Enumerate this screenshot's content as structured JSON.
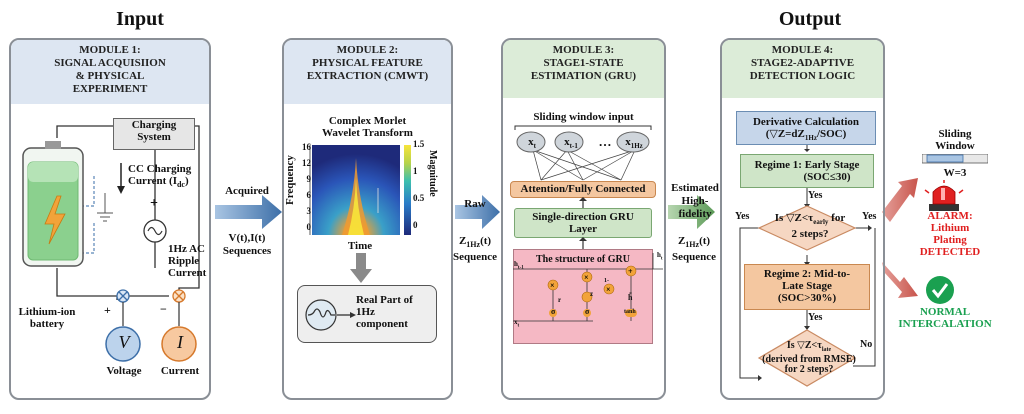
{
  "sections": {
    "input": "Input",
    "output": "Output"
  },
  "module1": {
    "lines": [
      "MODULE 1:",
      "SIGNAL ACQUISIION",
      "& PHYSICAL",
      "EXPERIMENT"
    ],
    "charging_system": [
      "Charging",
      "System"
    ],
    "cc_current": [
      "CC Charging",
      "Current (I",
      "dc",
      ")"
    ],
    "ac_ripple": [
      "1Hz AC",
      "Ripple",
      "Current"
    ],
    "battery_label": [
      "Lithium-ion",
      "battery"
    ],
    "voltage_symbol": "V",
    "current_symbol": "I",
    "voltage_label": "Voltage",
    "current_label": "Current",
    "plus": "+",
    "minus": "−"
  },
  "arrow1": {
    "lines": [
      "Acquired",
      "V(t),I(t)",
      "Sequences"
    ]
  },
  "module2": {
    "lines": [
      "MODULE 2:",
      "PHYSICAL FEATURE",
      "EXTRACTION (CMWT)"
    ],
    "heatmap_title": [
      "Complex Morlet",
      "Wavelet Transform"
    ],
    "y_label": "Frequency",
    "x_label": "Time",
    "colorbar_label": "Magnitude",
    "y_ticks": [
      "16",
      "12",
      "9",
      "6",
      "3",
      "0"
    ],
    "cb_ticks": [
      "1.5",
      "1",
      "0.5",
      "0"
    ],
    "real_part": [
      "Real Part of",
      "1Hz",
      "component"
    ],
    "arrow_sym": "→"
  },
  "arrow2": {
    "top": "Raw",
    "mid_main": "Z",
    "mid_sub": "1Hz",
    "mid_tail": "(t)",
    "bottom": "Sequence"
  },
  "module3": {
    "lines": [
      "MODULE 3:",
      "STAGE1-STATE",
      "ESTIMATION (GRU)"
    ],
    "sliding_title": "Sliding window input",
    "nodes": [
      {
        "main": "x",
        "sub": "t"
      },
      {
        "main": "x",
        "sub": "t-1"
      },
      {
        "main": "…",
        "sub": ""
      },
      {
        "main": "x",
        "sub": "1Hz"
      }
    ],
    "attention": "Attention/Fully Connected",
    "gru_layer": [
      "Single-direction GRU",
      "Layer"
    ],
    "gru_structure": "The structure of GRU",
    "gru_labels": {
      "h_prev": "h",
      "h_prev_sub": "t-1",
      "h_out": "h",
      "h_out_sub": "t",
      "x_in": "x",
      "x_in_sub": "t",
      "r": "r",
      "z": "z",
      "sigma": "σ",
      "tanh": "tanh",
      "one": "1-",
      "htilde": "h̃"
    }
  },
  "arrow3": {
    "top": [
      "Estimated",
      "High-fidelity"
    ],
    "mid_main": "Z",
    "mid_sub": "1Hz",
    "mid_tail": "(t)",
    "bottom": "Sequence"
  },
  "module4": {
    "lines": [
      "MODULE 4:",
      "STAGE2-ADAPTIVE",
      "DETECTION LOGIC"
    ],
    "derivative": [
      "Derivative Calculation",
      "(▽Z=dZ",
      "1Hz",
      "/SOC)"
    ],
    "regime1": [
      "Regime 1:  Early Stage",
      "(SOC≤30)"
    ],
    "decision1": [
      "Is ▽Z<τ",
      "early",
      " for",
      "2 steps?"
    ],
    "regime2": [
      "Regime 2:  Mid-to-",
      "Late Stage",
      "(SOC>30%)"
    ],
    "decision2": [
      "Is ▽Z<τ",
      "late",
      "(derived from RMSE)",
      "for 2 steps?"
    ],
    "yes": "Yes",
    "no": "No"
  },
  "outputs": {
    "sliding_window": [
      "Sliding",
      "Window"
    ],
    "w": "W=3",
    "alarm": [
      "ALARM:",
      "Lithium",
      "Plating",
      "DETECTED"
    ],
    "normal": [
      "NORMAL",
      "INTERCALATION"
    ],
    "colors": {
      "alarm": "#e02020",
      "normal": "#1aa050"
    }
  }
}
